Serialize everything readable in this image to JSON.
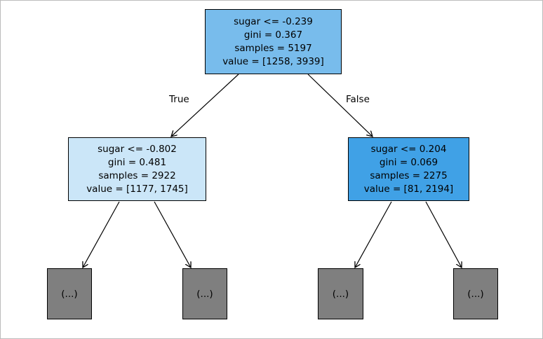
{
  "diagram": {
    "type": "decision-tree",
    "edge_labels": {
      "left": "True",
      "right": "False"
    },
    "colors": {
      "root_fill": "#78bcec",
      "left_fill": "#cbe6f8",
      "right_fill": "#40a1e6",
      "leaf_fill": "#7f7f7f",
      "node_border": "#000000",
      "arrow": "#000000",
      "figure_border": "#bcbcbc"
    },
    "nodes": {
      "root": {
        "lines": [
          "sugar <= -0.239",
          "gini = 0.367",
          "samples = 5197",
          "value = [1258, 3939]"
        ]
      },
      "left": {
        "lines": [
          "sugar <= -0.802",
          "gini = 0.481",
          "samples = 2922",
          "value = [1177, 1745]"
        ]
      },
      "right": {
        "lines": [
          "sugar <= 0.204",
          "gini = 0.069",
          "samples = 2275",
          "value = [81, 2194]"
        ]
      },
      "leaf_label": "(...)"
    }
  }
}
